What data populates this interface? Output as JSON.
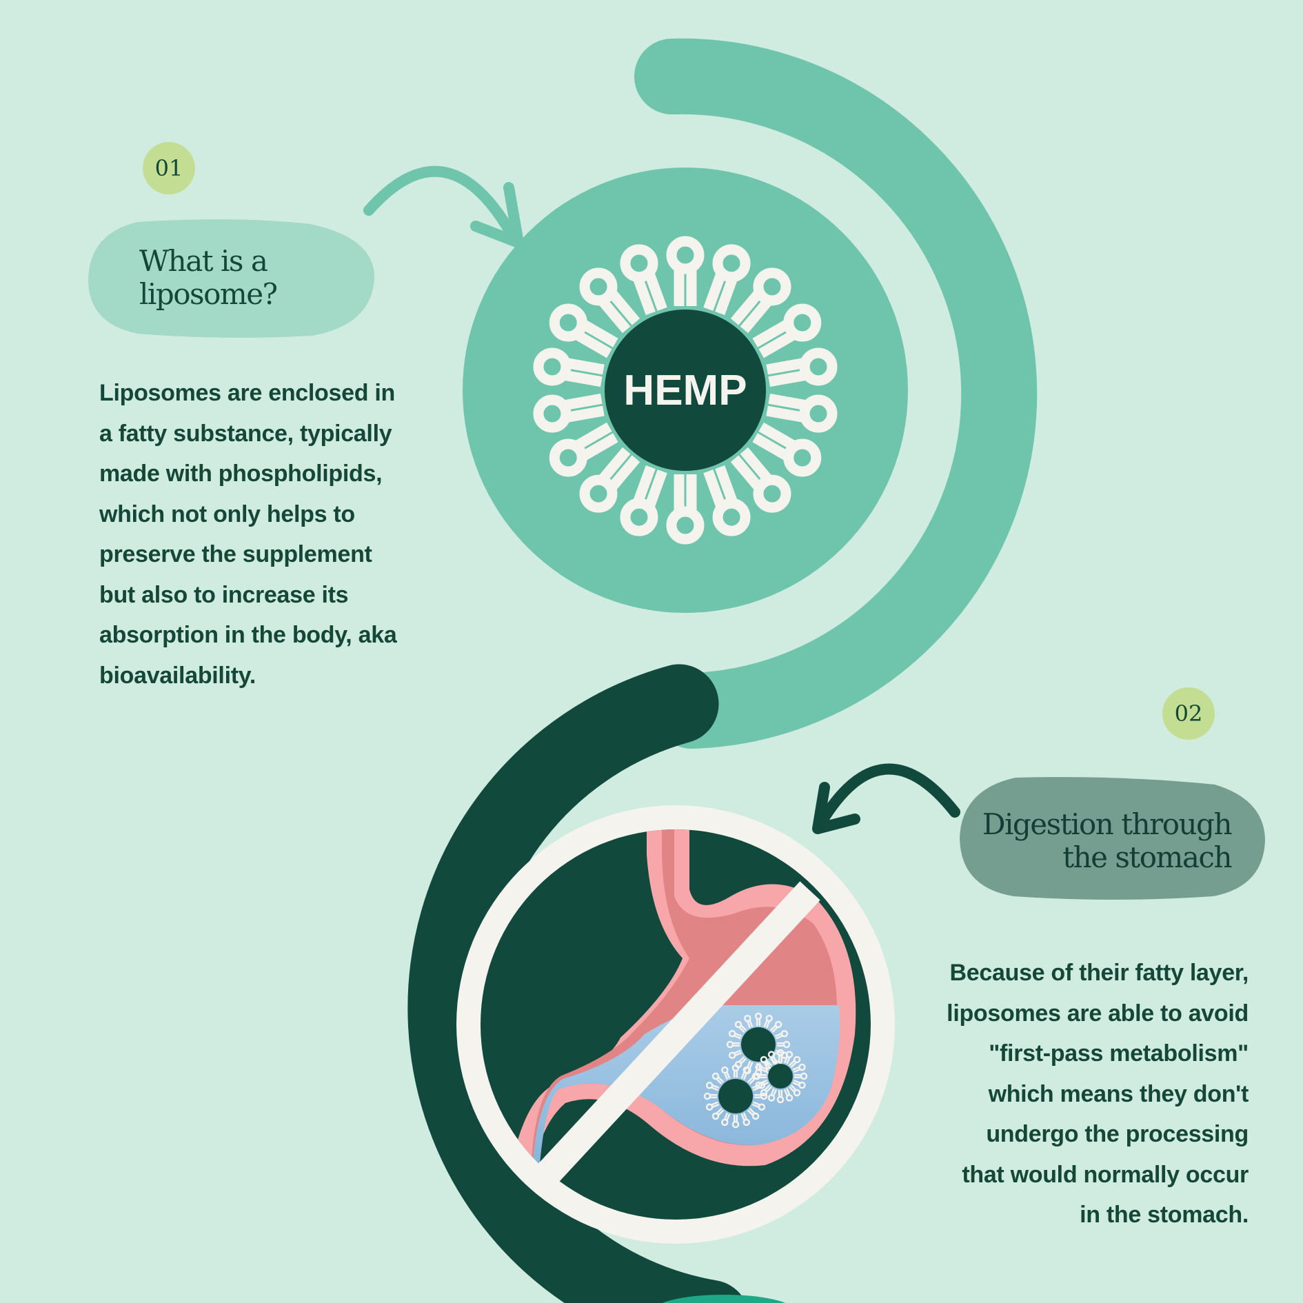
{
  "colors": {
    "background": "#d0ebe0",
    "teal": "#6ec5ac",
    "dark_green": "#11493d",
    "light_green_badge": "#c3de92",
    "pill_light": "#a3d9c7",
    "pill_gray": "#759e91",
    "cream": "#f4f3ee",
    "stomach_pink": "#f7a7aa",
    "stomach_inner": "#e18485",
    "fluid_blue": "#a2c6e2"
  },
  "step1": {
    "number": "01",
    "title": "What is a\nliposome?",
    "body": "Liposomes are enclosed in\na fatty substance, typically\nmade with phospholipids,\nwhich not only helps to\npreserve the supplement\nbut also to increase its\nabsorption in the body, aka\nbioavailability."
  },
  "hemp_label": "HEMP",
  "step2": {
    "number": "02",
    "title": "Digestion through\nthe stomach",
    "body": "Because of their fatty layer,\nliposomes are able to avoid\n\"first-pass metabolism\"\nwhich means they don't\nundergo the processing\nthat would normally occur\nin the stomach."
  },
  "icons": {
    "arrow_1": "curved-arrow-icon",
    "arrow_2": "curved-arrow-icon",
    "liposome": "liposome-icon",
    "stomach": "stomach-icon",
    "prohibition": "no-sign-icon"
  }
}
